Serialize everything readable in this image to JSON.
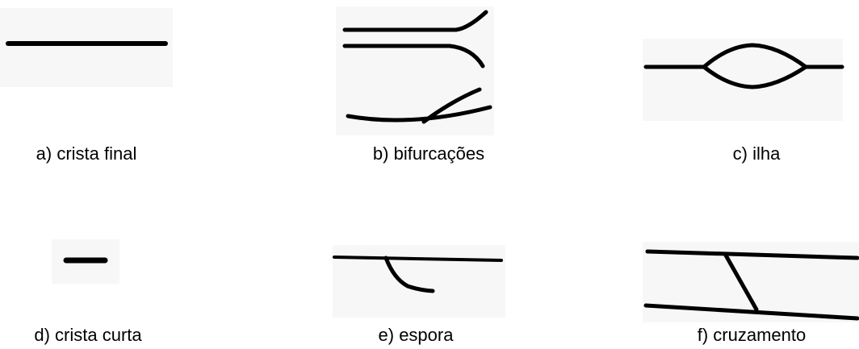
{
  "figures": [
    {
      "id": "a",
      "label": "a) crista final"
    },
    {
      "id": "b",
      "label": "b) bifurcações"
    },
    {
      "id": "c",
      "label": "c) ilha"
    },
    {
      "id": "d",
      "label": "d) crista curta"
    },
    {
      "id": "e",
      "label": "e) espora"
    },
    {
      "id": "f",
      "label": "f) cruzamento"
    }
  ],
  "colors": {
    "stroke": "#000000",
    "background": "#ffffff",
    "panel": "#f7f7f7"
  }
}
